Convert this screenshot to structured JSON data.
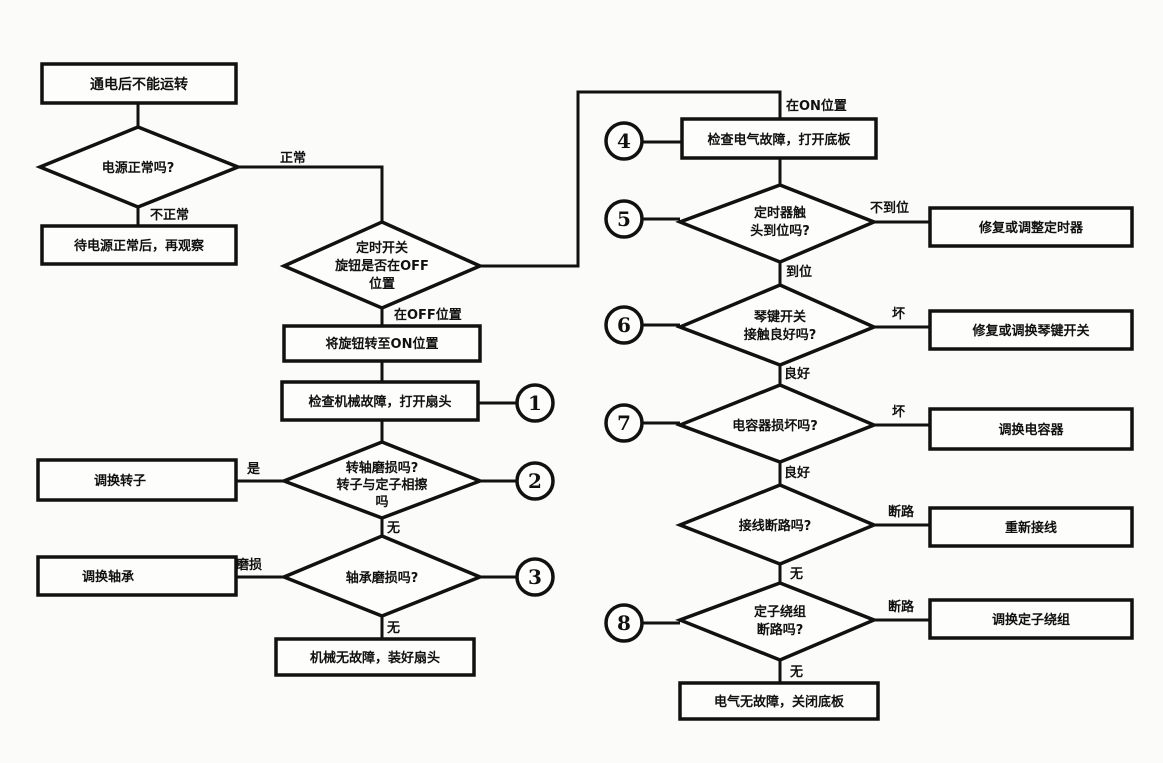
{
  "title": "通电后不能运转 故障检修流程图",
  "nodes": {
    "start": "通电后不能运转",
    "power_check": "电源正常吗?",
    "wait_power": "待电源正常后，再观察",
    "timer_knob": [
      "定时开关",
      "旋钮是否在OFF",
      "位置"
    ],
    "turn_on": "将旋钮转至ON位置",
    "mech_check": "检查机械故障，打开扇头",
    "rotor_q": [
      "转轴磨损吗?",
      "转子与定子相擦",
      "吗"
    ],
    "replace_rotor": "调换转子",
    "bearing_q": "轴承磨损吗?",
    "replace_bearing": "调换轴承",
    "mech_ok": "机械无故障，装好扇头",
    "elec_check": "检查电气故障，打开底板",
    "timer_contact_q": [
      "定时器触",
      "头到位吗?"
    ],
    "fix_timer": "修复或调整定时器",
    "key_switch_q": [
      "琴键开关",
      "接触良好吗?"
    ],
    "fix_key_switch": "修复或调换琴键开关",
    "capacitor_q": "电容器损坏吗?",
    "replace_capacitor": "调换电容器",
    "wire_q": "接线断路吗?",
    "rewire": "重新接线",
    "stator_q": [
      "定子绕组",
      "断路吗?"
    ],
    "replace_stator": "调换定子绕组",
    "elec_ok": "电气无故障，关闭底板"
  },
  "edge_labels": {
    "power_normal": "正常",
    "power_abnormal": "不正常",
    "at_off": "在OFF位置",
    "at_on": "在ON位置",
    "rotor_yes": "是",
    "rotor_no": "无",
    "bearing_worn": "磨损",
    "bearing_no": "无",
    "timer_not_in_place": "不到位",
    "timer_in_place": "到位",
    "key_bad": "坏",
    "key_good": "良好",
    "cap_bad": "坏",
    "cap_good": "良好",
    "wire_broken": "断路",
    "wire_no": "无",
    "stator_broken": "断路",
    "stator_no": "无"
  },
  "markers": [
    "1",
    "2",
    "3",
    "4",
    "5",
    "6",
    "7",
    "8"
  ]
}
